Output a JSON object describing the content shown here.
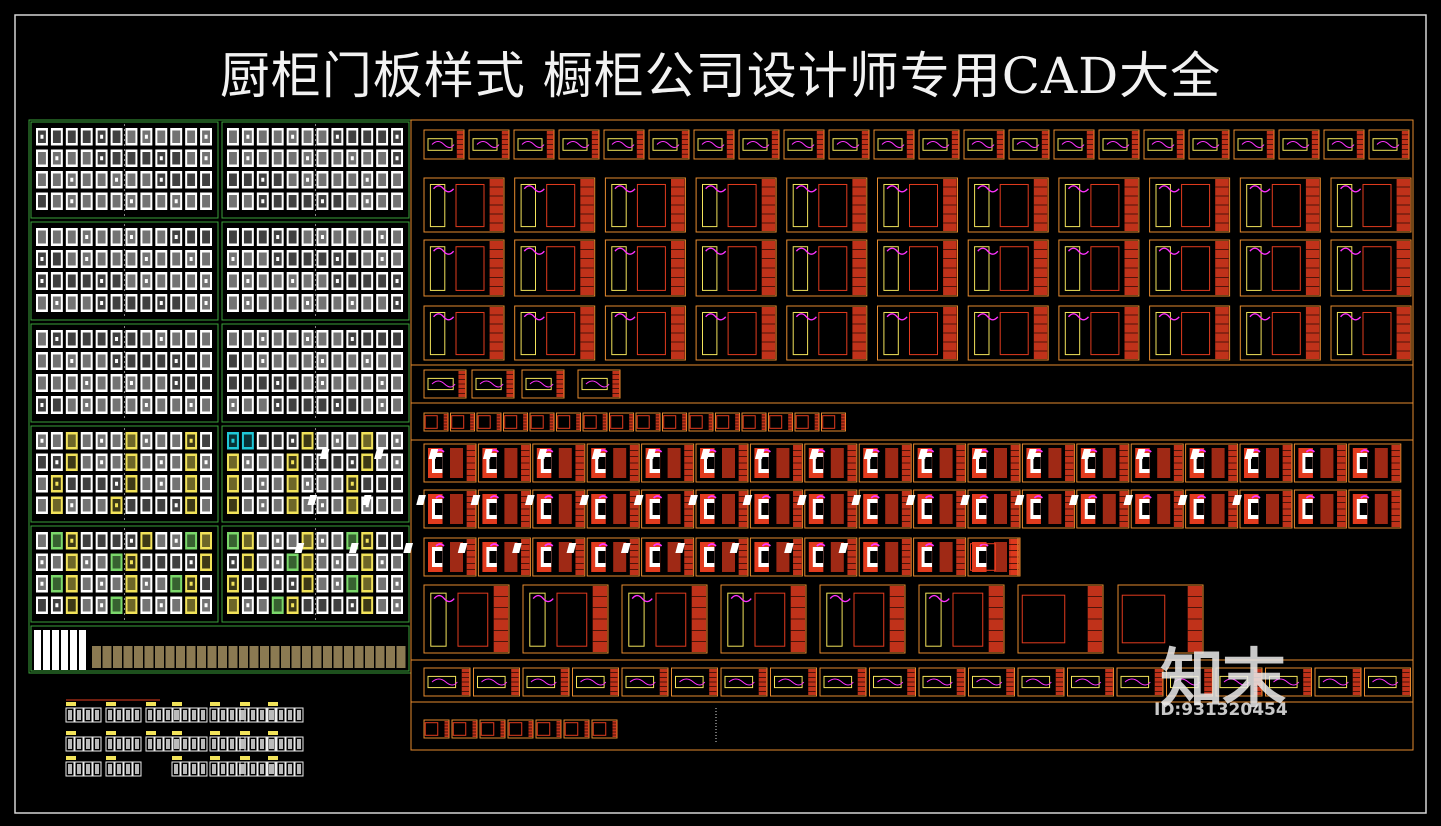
{
  "title": "厨柜门板样式 橱柜公司设计师专用CAD大全",
  "watermark": {
    "logo": "知末",
    "id": "ID:931320454"
  },
  "colors": {
    "background": "#000000",
    "frame": "#d6d6d6",
    "green_grid": "#3aa13a",
    "orange_frame": "#e58a2e",
    "red_fill": "#e23b1e",
    "magenta": "#ff33ff",
    "white": "#ffffff",
    "yellow": "#f2e35a",
    "cyan": "#20c8d8"
  },
  "icons": {
    "door_panel": "rect-icon",
    "elevation_drawing": "cad-elevation-icon"
  }
}
